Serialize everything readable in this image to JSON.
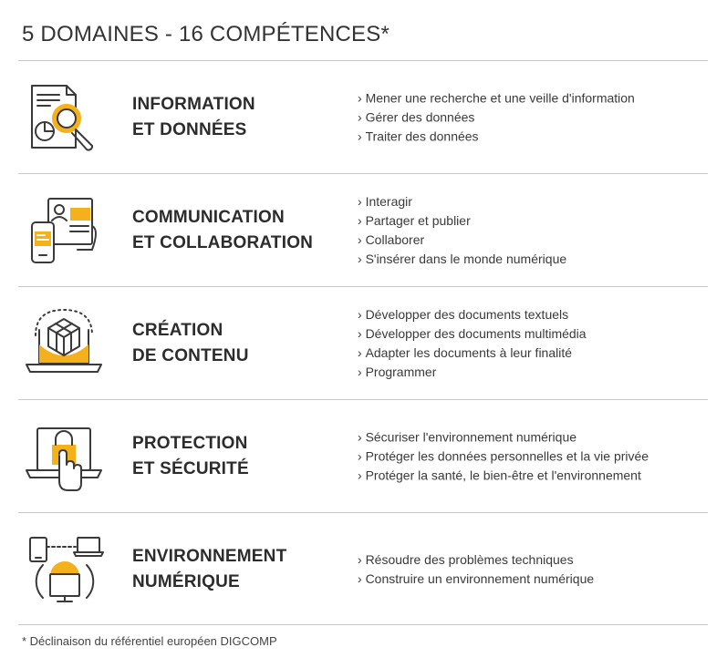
{
  "title": "5 DOMAINES - 16 COMPÉTENCES*",
  "colors": {
    "accent": "#F5B11B",
    "stroke": "#3A3A3A",
    "rule": "#C8C8C8"
  },
  "domains": [
    {
      "icon": "magnifier-document-icon",
      "title_line1": "INFORMATION",
      "title_line2": "ET DONNÉES",
      "skills": [
        "Mener une recherche et une veille d'information",
        "Gérer des données",
        "Traiter des données"
      ]
    },
    {
      "icon": "communication-devices-icon",
      "title_line1": "COMMUNICATION",
      "title_line2": "ET COLLABORATION",
      "skills": [
        "Interagir",
        "Partager et publier",
        "Collaborer",
        "S'insérer dans le monde numérique"
      ]
    },
    {
      "icon": "3d-cube-laptop-icon",
      "title_line1": "CRÉATION",
      "title_line2": "DE CONTENU",
      "skills": [
        "Développer des documents textuels",
        "Développer des documents multimédia",
        "Adapter les documents à leur finalité",
        "Programmer"
      ]
    },
    {
      "icon": "lock-touch-laptop-icon",
      "title_line1": "PROTECTION",
      "title_line2": "ET SÉCURITÉ",
      "skills": [
        "Sécuriser l'environnement numérique",
        "Protéger les données personnelles et la vie privée",
        "Protéger la santé, le bien-être et l'environnement"
      ]
    },
    {
      "icon": "devices-network-icon",
      "title_line1": "ENVIRONNEMENT",
      "title_line2": "NUMÉRIQUE",
      "skills": [
        "Résoudre des problèmes techniques",
        "Construire un environnement numérique"
      ]
    }
  ],
  "footnote": "* Déclinaison du référentiel européen DIGCOMP"
}
